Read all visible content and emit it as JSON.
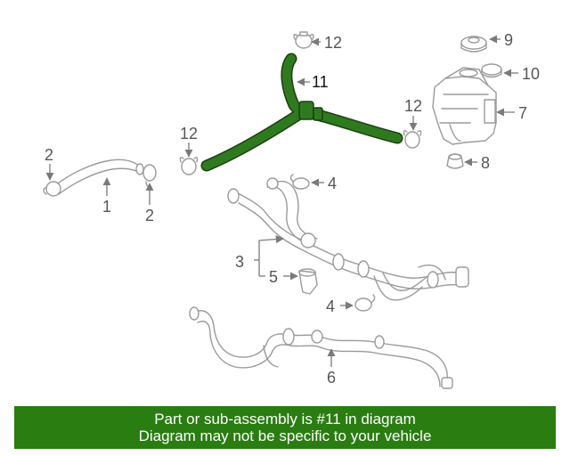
{
  "callouts": {
    "c1": "1",
    "c2a": "2",
    "c2b": "2",
    "c3": "3",
    "c4a": "4",
    "c4b": "4",
    "c5": "5",
    "c6": "6",
    "c7": "7",
    "c8": "8",
    "c9": "9",
    "c10": "10",
    "c11": "11",
    "c12a": "12",
    "c12b": "12",
    "c12c": "12"
  },
  "highlight": {
    "part_number": "11",
    "color": "#2f7a1e"
  },
  "footer": {
    "line1": "Part or sub-assembly is #11 in diagram",
    "line2": "Diagram may not be specific to your vehicle",
    "background": "#2a7d11"
  }
}
